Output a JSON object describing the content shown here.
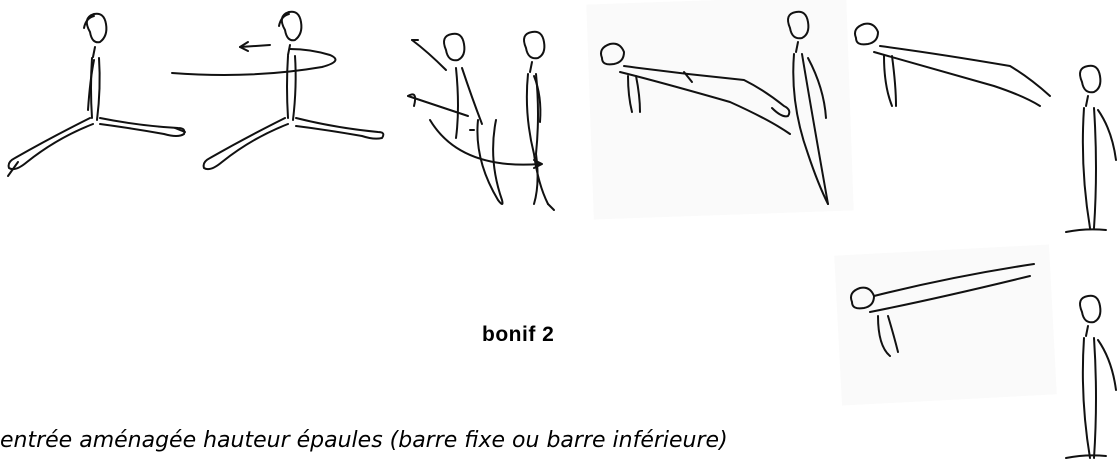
{
  "bonus": {
    "label": "bonif 2"
  },
  "caption": {
    "text": "entrée aménagée hauteur épaules (barre fixe ou barre inférieure)"
  },
  "figures": [
    {
      "id": "split-sit",
      "description_icon": "straddle-sit-figure-icon"
    },
    {
      "id": "split-turn",
      "description_icon": "straddle-turn-figure-icon"
    },
    {
      "id": "lunge-kick",
      "description_icon": "lunge-kick-figure-icon"
    },
    {
      "id": "stand-arms-down",
      "description_icon": "standing-figure-icon"
    },
    {
      "id": "plank-1",
      "description_icon": "plank-figure-icon"
    },
    {
      "id": "stand-2",
      "description_icon": "standing-figure-icon"
    },
    {
      "id": "plank-2",
      "description_icon": "plank-figure-icon"
    },
    {
      "id": "stand-3",
      "description_icon": "standing-figure-icon"
    },
    {
      "id": "plank-3",
      "description_icon": "plank-figure-icon"
    },
    {
      "id": "stand-4",
      "description_icon": "standing-figure-icon"
    }
  ]
}
